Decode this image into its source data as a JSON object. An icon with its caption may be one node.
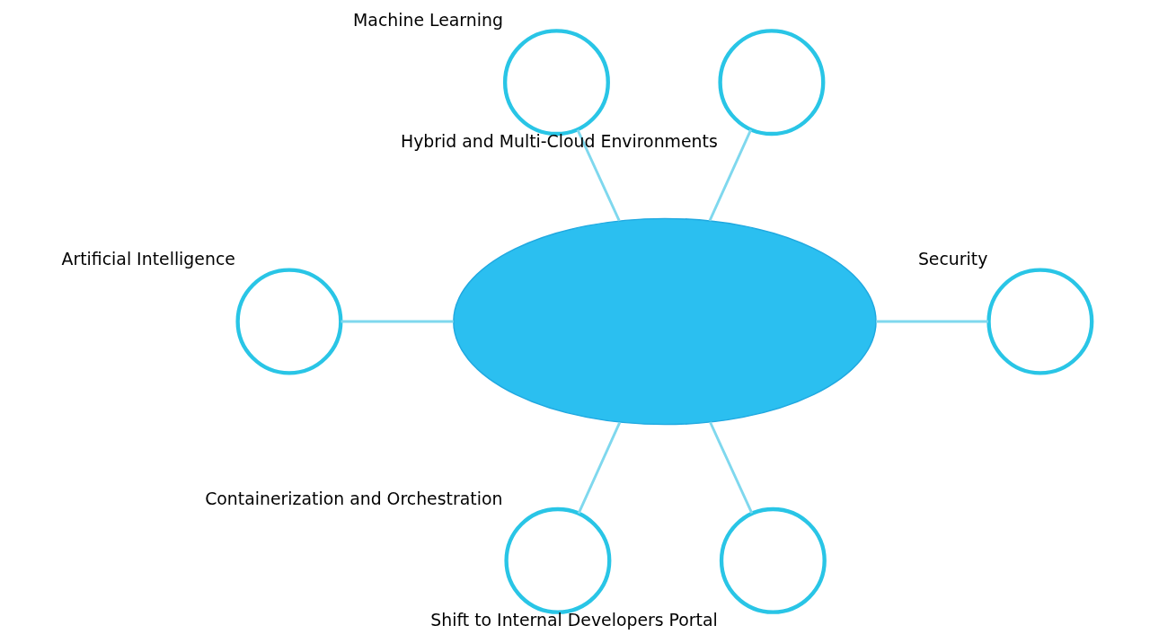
{
  "diagram": {
    "nodes": [
      {
        "text": [
          "Machine Learning"
        ]
      },
      {
        "text": [
          "Hybrid and Multi-Cloud Environments"
        ]
      },
      {
        "text": [
          "Artificial Intelligence"
        ]
      },
      {
        "text": [],
        "shape": "loop"
      },
      {
        "text": [
          "Security"
        ]
      },
      {
        "text": [
          "Containerization and Orchestration"
        ]
      },
      {
        "text": [
          "Shift to Internal Developers Portal"
        ]
      }
    ],
    "edges": [
      {
        "from": 0,
        "to": 3,
        "arrow": "none"
      },
      {
        "from": 1,
        "to": 3,
        "arrow": "none"
      },
      {
        "from": 2,
        "to": 3,
        "arrow": "none"
      },
      {
        "from": 3,
        "to": 4,
        "arrow": "none"
      },
      {
        "from": 3,
        "to": 5,
        "arrow": "none"
      },
      {
        "from": 3,
        "to": 6,
        "arrow": "none"
      }
    ]
  }
}
